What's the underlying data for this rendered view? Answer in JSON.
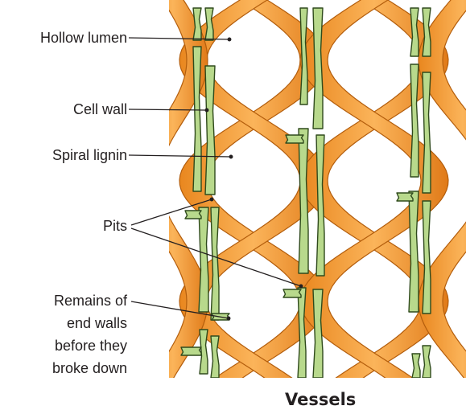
{
  "labels": {
    "hollow_lumen": "Hollow lumen",
    "cell_wall": "Cell wall",
    "spiral_lignin": "Spiral lignin",
    "pits": "Pits",
    "end_walls_line1": "Remains of",
    "end_walls_line2": "end walls",
    "end_walls_line3": "before they",
    "end_walls_line4": "broke down"
  },
  "caption": "Vessels",
  "colors": {
    "lignin_light": "#f7a648",
    "lignin_dark": "#e07a18",
    "wall_fill": "#b8d98c",
    "wall_stroke": "#2f4a1c",
    "text": "#231f20"
  }
}
